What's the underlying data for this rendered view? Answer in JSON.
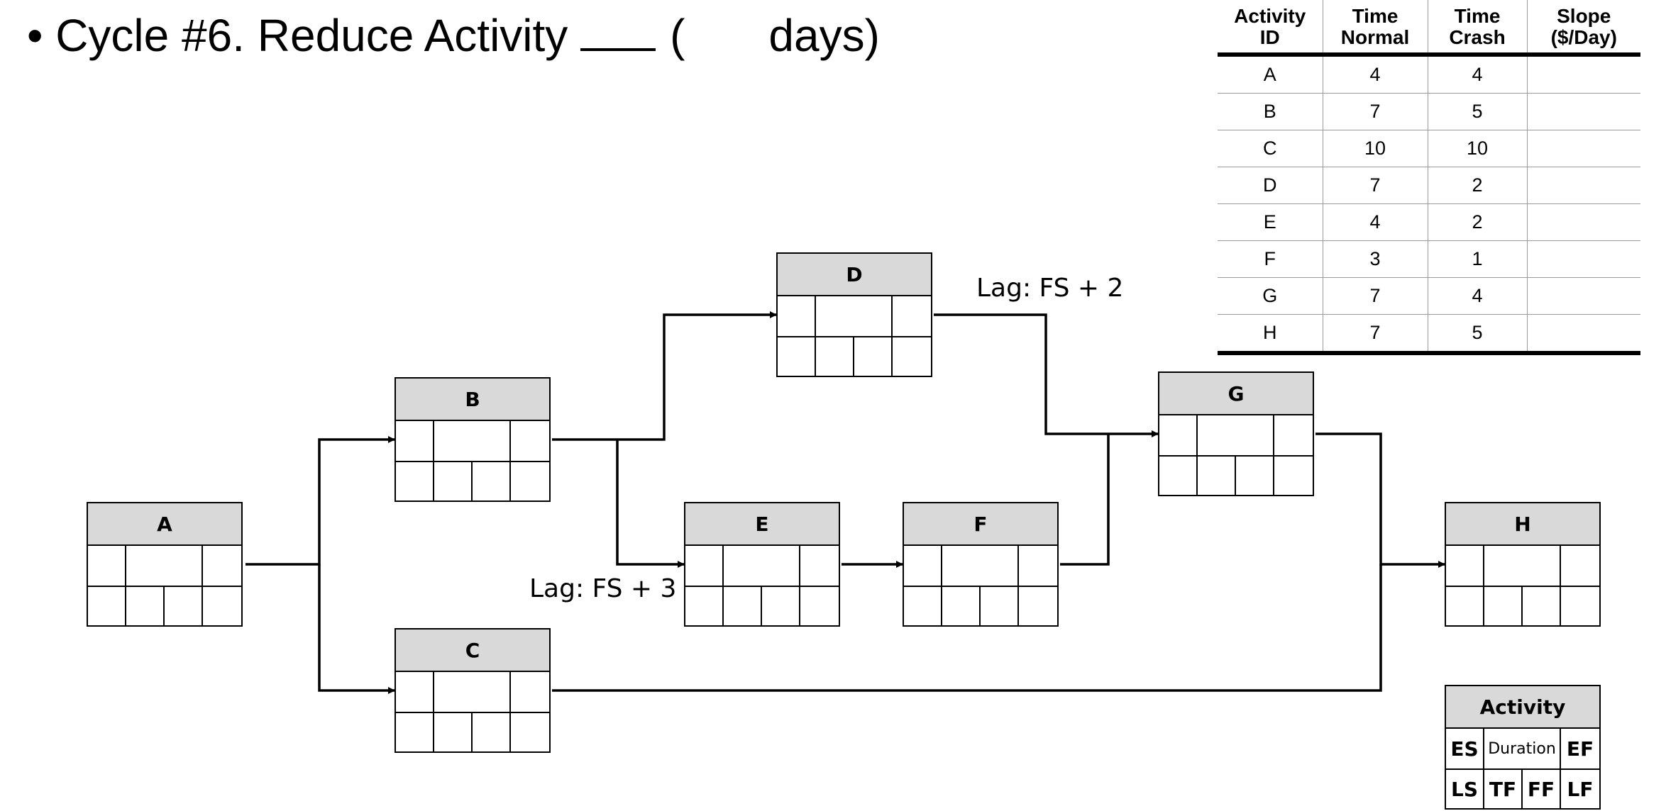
{
  "title": {
    "bullet": "•",
    "text": "Cycle #6. Reduce Activity",
    "paren_open": "(",
    "unit": "days)"
  },
  "crash_table": {
    "headers": [
      [
        "Activity",
        "ID"
      ],
      [
        "Time",
        "Normal"
      ],
      [
        "Time",
        "Crash"
      ],
      [
        "Slope",
        "($/Day)"
      ]
    ],
    "rows": [
      {
        "id": "A",
        "normal": "4",
        "crash": "4",
        "slope": ""
      },
      {
        "id": "B",
        "normal": "7",
        "crash": "5",
        "slope": ""
      },
      {
        "id": "C",
        "normal": "10",
        "crash": "10",
        "slope": ""
      },
      {
        "id": "D",
        "normal": "7",
        "crash": "2",
        "slope": ""
      },
      {
        "id": "E",
        "normal": "4",
        "crash": "2",
        "slope": ""
      },
      {
        "id": "F",
        "normal": "3",
        "crash": "1",
        "slope": ""
      },
      {
        "id": "G",
        "normal": "7",
        "crash": "4",
        "slope": ""
      },
      {
        "id": "H",
        "normal": "7",
        "crash": "5",
        "slope": ""
      }
    ]
  },
  "nodes": {
    "A": "A",
    "B": "B",
    "C": "C",
    "D": "D",
    "E": "E",
    "F": "F",
    "G": "G",
    "H": "H"
  },
  "lags": {
    "d_to_g": "Lag: FS + 2",
    "b_to_e": "Lag: FS + 3"
  },
  "legend": {
    "title": "Activity",
    "es": "ES",
    "duration": "Duration",
    "ef": "EF",
    "ls": "LS",
    "tf": "TF",
    "ff": "FF",
    "lf": "LF"
  }
}
